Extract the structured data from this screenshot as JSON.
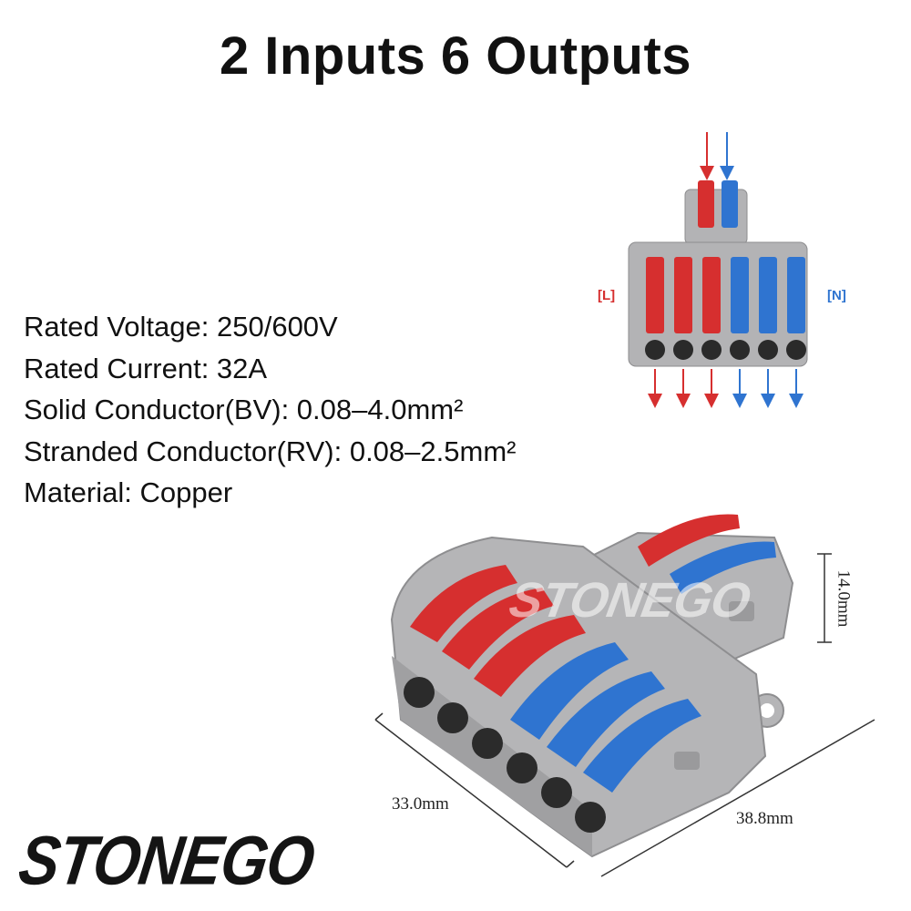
{
  "title": "2 Inputs 6 Outputs",
  "specs": [
    "Rated Voltage: 250/600V",
    "Rated Current: 32A",
    "Solid Conductor(BV): 0.08–4.0mm²",
    "Stranded Conductor(RV): 0.08–2.5mm²",
    "Material: Copper"
  ],
  "diagram": {
    "left_label": "[L]",
    "right_label": "[N]"
  },
  "dimensions": {
    "length": "33.0mm",
    "width": "38.8mm",
    "height": "14.0mm"
  },
  "brand": {
    "logo_text": "STONEGO",
    "watermark_text": "STONEGO"
  },
  "colors": {
    "live": "#d62f2f",
    "neutral": "#2f74d0",
    "housing": "#a7a7a9",
    "housing_dark": "#8c8c8e"
  }
}
